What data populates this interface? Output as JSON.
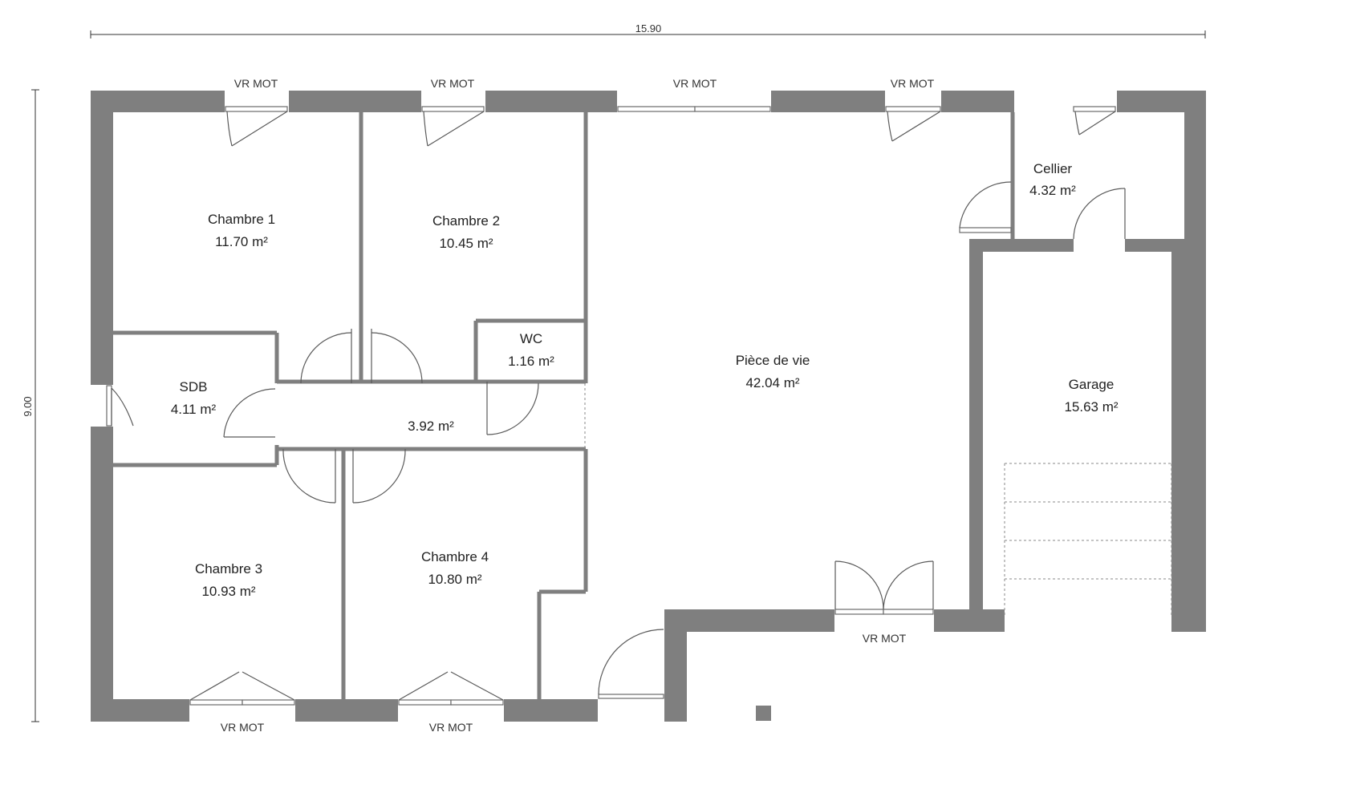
{
  "dimensions": {
    "width": "15.90",
    "height": "9.00"
  },
  "rooms": {
    "chambre1": {
      "name": "Chambre 1",
      "area": "11.70 m²"
    },
    "chambre2": {
      "name": "Chambre 2",
      "area": "10.45 m²"
    },
    "chambre3": {
      "name": "Chambre 3",
      "area": "10.93 m²"
    },
    "chambre4": {
      "name": "Chambre 4",
      "area": "10.80 m²"
    },
    "wc": {
      "name": "WC",
      "area": "1.16 m²"
    },
    "sdb": {
      "name": "SDB",
      "area": "4.11 m²"
    },
    "degagement": {
      "area": "3.92 m²"
    },
    "piece_de_vie": {
      "name": "Pièce de vie",
      "area": "42.04 m²"
    },
    "cellier": {
      "name": "Cellier",
      "area": "4.32 m²"
    },
    "garage": {
      "name": "Garage",
      "area": "15.63 m²"
    }
  },
  "windows": {
    "label": "VR MOT"
  },
  "colors": {
    "wall": "#7f7f7f",
    "line": "#5a5a5a",
    "background": "#ffffff"
  }
}
